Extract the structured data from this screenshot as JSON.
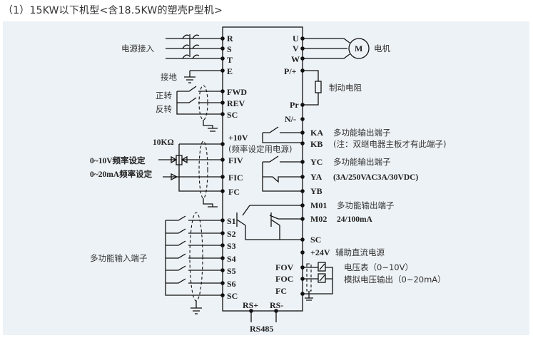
{
  "title": "（1）15KW以下机型<含18.5KW的塑壳P型机>",
  "left_labels": {
    "power_input": "电源接入",
    "ground": "接地",
    "forward": "正转",
    "reverse": "反转",
    "pot": "10KΩ",
    "freq_v": "0~10V频率设定",
    "freq_i": "0~20mA频率设定",
    "multi_input": "多功能输入端子"
  },
  "left_terminals": [
    "R",
    "S",
    "T",
    "E",
    "FWD",
    "REV",
    "SC",
    "+10V",
    "(频率设定用电源)",
    "FIV",
    "FIC",
    "FC",
    "S1",
    "S2",
    "S3",
    "S4",
    "S5",
    "S6",
    "SC"
  ],
  "right_terminals": [
    "U",
    "V",
    "W",
    "P/+",
    "Pr",
    "N/-",
    "KA",
    "KB",
    "YC",
    "YA",
    "YB",
    "M01",
    "M02",
    "SC",
    "+24V",
    "FOV",
    "FOC",
    "FC"
  ],
  "bottom_terminals": [
    "RS+",
    "RS-"
  ],
  "bottom_label": "RS485",
  "right_labels": {
    "motor_symbol": "M",
    "motor": "电机",
    "brake_resistor": "制动电阻",
    "ka_desc": "多功能输出端子",
    "kb_note": "(注：双继电器主板才有此端子)",
    "yc_desc": "多功能输出端子",
    "ya_spec": "(3A/250VAC3A/30VDC)",
    "m01_desc": "多功能输出端子",
    "m02_spec": "24/100mA",
    "aux_power": "辅助直流电源",
    "voltmeter": "电压表（0~10V）",
    "analog_out": "模拟电压输出（0~20mA）"
  }
}
